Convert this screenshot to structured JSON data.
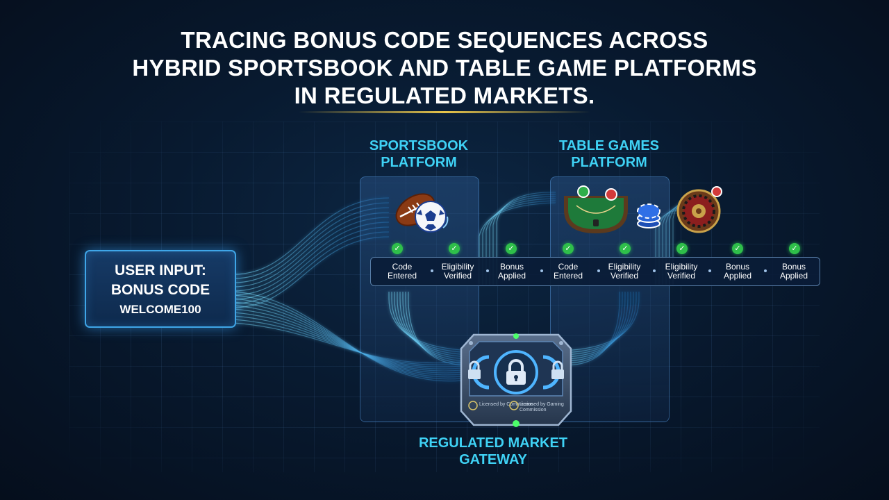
{
  "title": {
    "line1": "TRACING BONUS CODE SEQUENCES ACROSS",
    "line2": "HYBRID SPORTSBOOK AND TABLE GAME PLATFORMS",
    "line3": "IN REGULATED MARKETS."
  },
  "platforms": {
    "sportsbook": {
      "line1": "SPORTSBOOK",
      "line2": "PLATFORM"
    },
    "table_games": {
      "line1": "TABLE GAMES",
      "line2": "PLATFORM"
    }
  },
  "user_input": {
    "line1": "USER INPUT:",
    "line2": "BONUS CODE",
    "code": "WELCOME100"
  },
  "steps": [
    {
      "line1": "Code",
      "line2": "Entered"
    },
    {
      "line1": "Eligibility",
      "line2": "Verified"
    },
    {
      "line1": "Bonus",
      "line2": "Applied"
    },
    {
      "line1": "Code",
      "line2": "Entered"
    },
    {
      "line1": "Eligibility",
      "line2": "Verified"
    },
    {
      "line1": "Eligibility",
      "line2": "Verified"
    },
    {
      "line1": "Bonus",
      "line2": "Applied"
    },
    {
      "line1": "Bonus",
      "line2": "Applied"
    }
  ],
  "gateway": {
    "line1": "REGULATED MARKET",
    "line2": "GATEWAY",
    "seal_left": "Licensed by Commission",
    "seal_right": "Licensed by Gaming Commission"
  },
  "icons": [
    "football-icon",
    "soccer-ball-icon",
    "blackjack-table-icon",
    "poker-chips-icon",
    "roulette-wheel-icon",
    "padlock-icon",
    "checkmark-icon"
  ],
  "colors": {
    "accent": "#3fd2f5",
    "check": "#2fbf4a",
    "title_rule": "#e8c54a"
  }
}
